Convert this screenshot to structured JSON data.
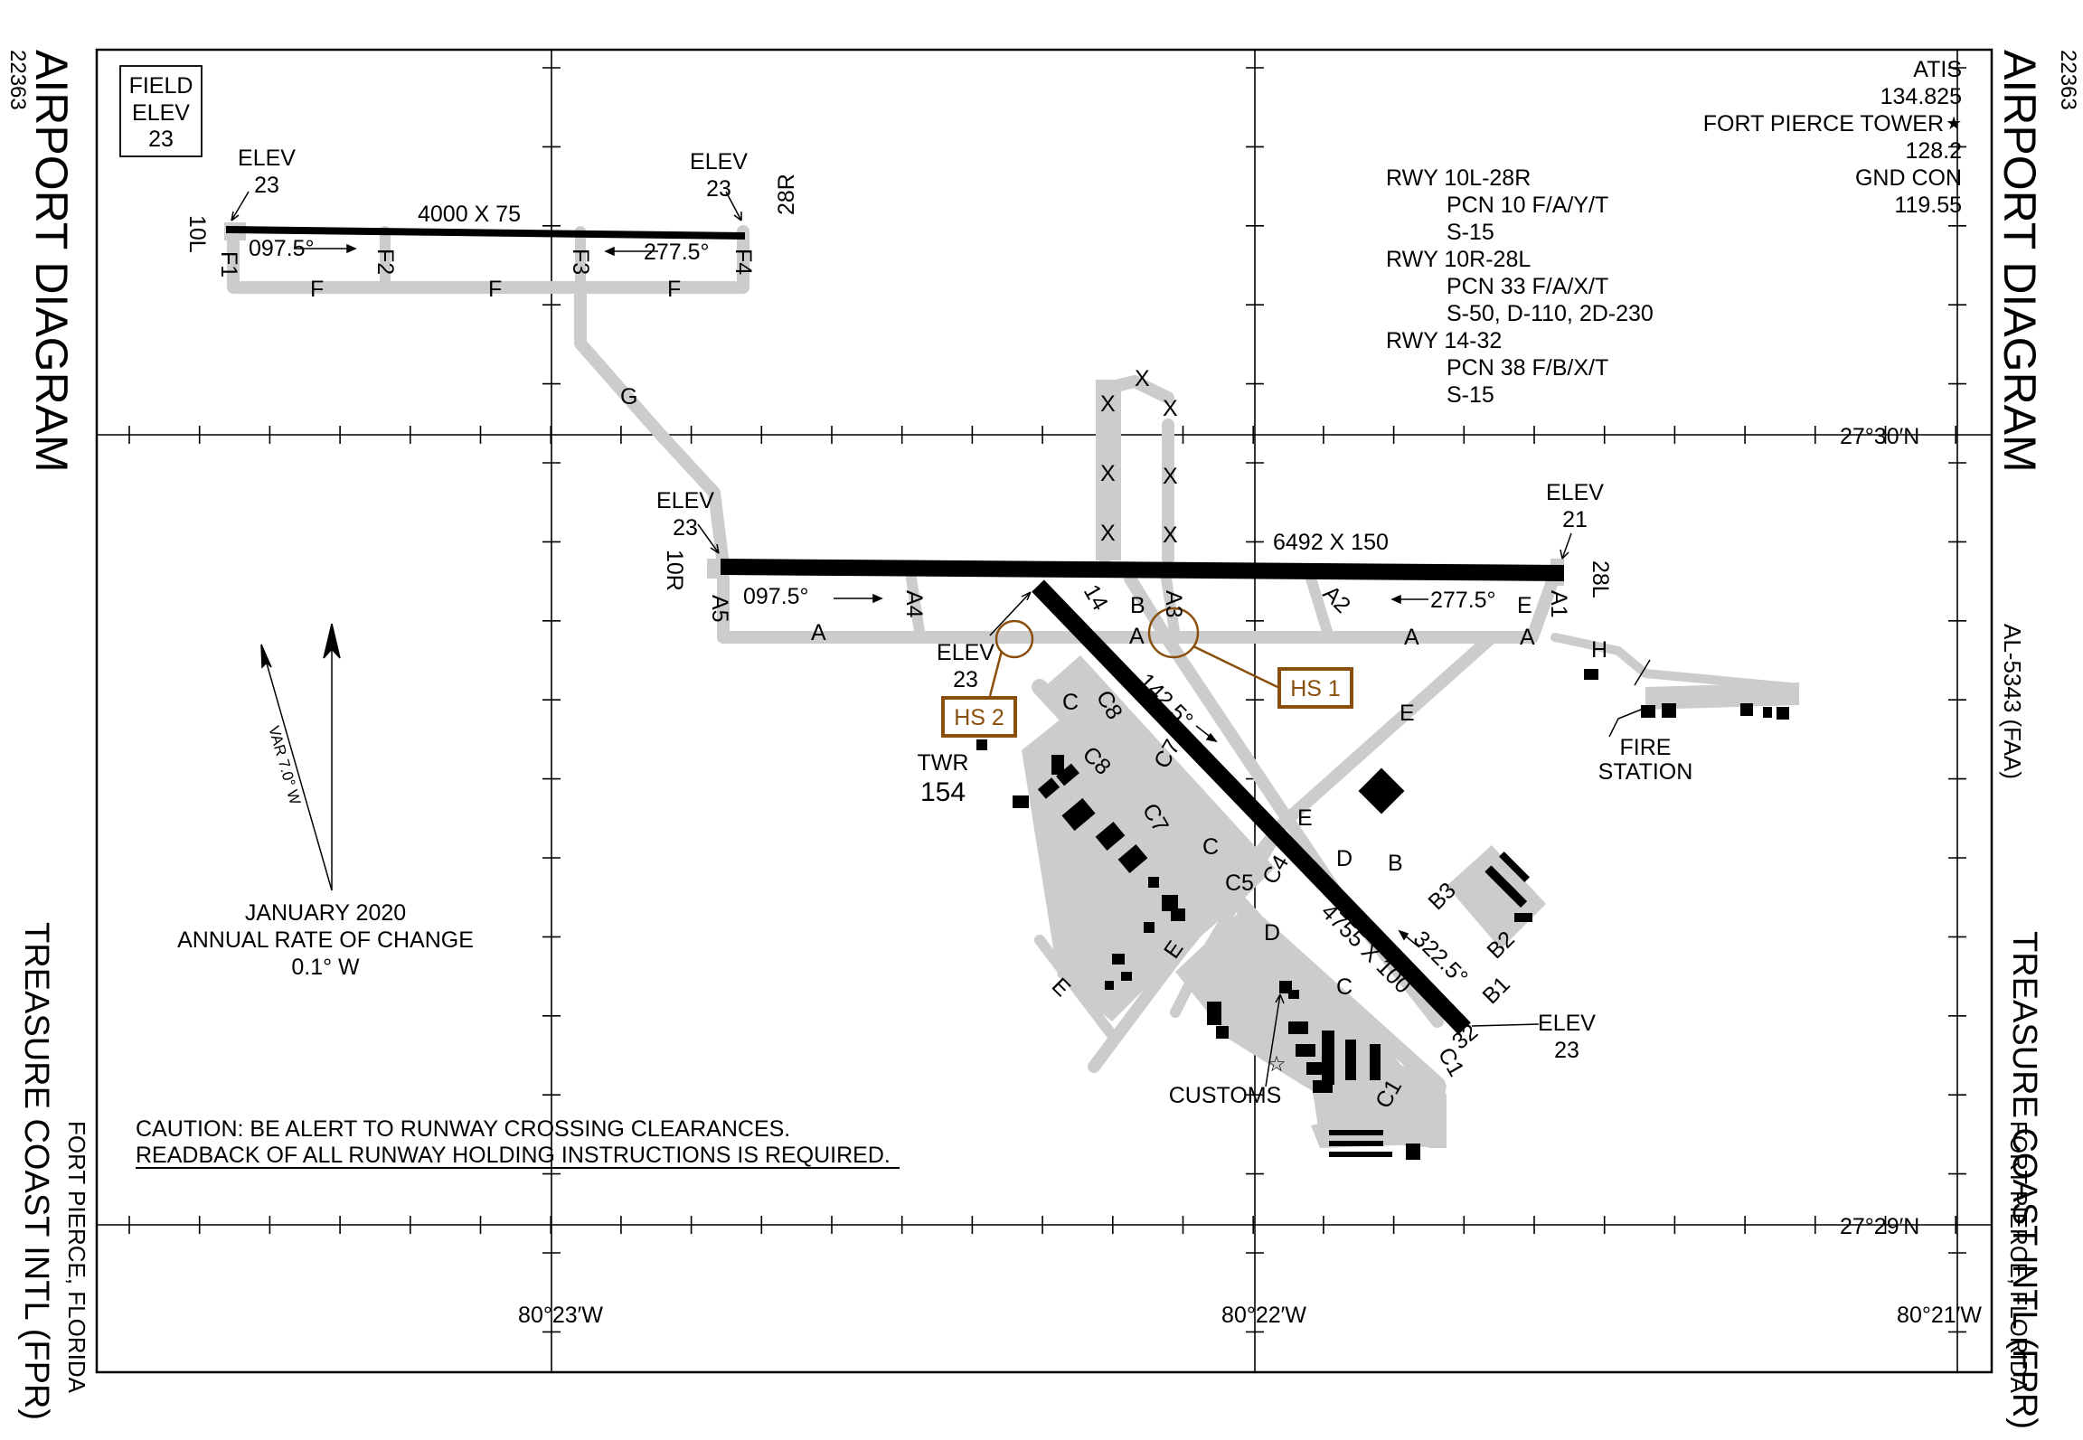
{
  "chart_id": "22363",
  "title": "AIRPORT DIAGRAM",
  "airport": "TREASURE COAST INTL (FPR)",
  "location": "FORT PIERCE, FLORIDA",
  "chart_number": "AL-5343 (FAA)",
  "field_elev": {
    "l1": "FIELD",
    "l2": "ELEV",
    "l3": "23"
  },
  "comms": {
    "atis": "ATIS",
    "atis_freq": "134.825",
    "tower": "FORT PIERCE TOWER",
    "tower_freq": "128.2",
    "gnd": "GND CON",
    "gnd_freq": "119.55"
  },
  "runway_info": {
    "r1": "RWY 10L-28R",
    "r1a": "PCN 10 F/A/Y/T",
    "r1b": "S-15",
    "r2": "RWY 10R-28L",
    "r2a": "PCN 33 F/A/X/T",
    "r2b": "S-50, D-110, 2D-230",
    "r3": "RWY 14-32",
    "r3a": "PCN 38 F/B/X/T",
    "r3b": "S-15"
  },
  "coords": {
    "lat1": "27°30′N",
    "lat2": "27°29′N",
    "lon1": "80°23′W",
    "lon2": "80°22′W",
    "lon3": "80°21′W"
  },
  "variation": {
    "var": "VAR 7.0° W",
    "date": "JANUARY 2020",
    "rate": "ANNUAL RATE OF CHANGE",
    "rate_val": "0.1° W"
  },
  "caution": {
    "l1": "CAUTION: BE ALERT TO RUNWAY CROSSING CLEARANCES.",
    "l2": "READBACK OF ALL RUNWAY HOLDING INSTRUCTIONS IS REQUIRED."
  },
  "runways": {
    "rwy10l": "10L",
    "rwy28r": "28R",
    "dim1": "4000 X 75",
    "hdg1a": "097.5°",
    "hdg1b": "277.5°",
    "rwy10r": "10R",
    "rwy28l": "28L",
    "dim2": "6492 X 150",
    "hdg2a": "097.5°",
    "hdg2b": "277.5°",
    "rwy14": "14",
    "rwy32": "32",
    "dim3": "4755 X 100",
    "hdg3a": "142.5°",
    "hdg3b": "322.5°"
  },
  "elev": {
    "word": "ELEV",
    "v23": "23",
    "v21": "21"
  },
  "hotspots": {
    "hs1": "HS 1",
    "hs2": "HS 2"
  },
  "facilities": {
    "twr": "TWR",
    "twr_elev": "154",
    "fire1": "FIRE",
    "fire2": "STATION",
    "customs": "CUSTOMS"
  },
  "taxiways": {
    "F": "F",
    "F1": "F1",
    "F2": "F2",
    "F3": "F3",
    "F4": "F4",
    "G": "G",
    "X": "X",
    "A": "A",
    "A1": "A1",
    "A2": "A2",
    "A3": "A3",
    "A4": "A4",
    "A5": "A5",
    "B": "B",
    "B1": "B1",
    "B2": "B2",
    "B3": "B3",
    "H": "H",
    "C": "C",
    "C1": "C1",
    "C4": "C4",
    "C5": "C5",
    "C7": "C7",
    "C8": "C8",
    "D": "D",
    "E": "E"
  },
  "colors": {
    "hotspot": "#8a4f0c",
    "pavement": "#cccccc",
    "runway": "#000000"
  }
}
